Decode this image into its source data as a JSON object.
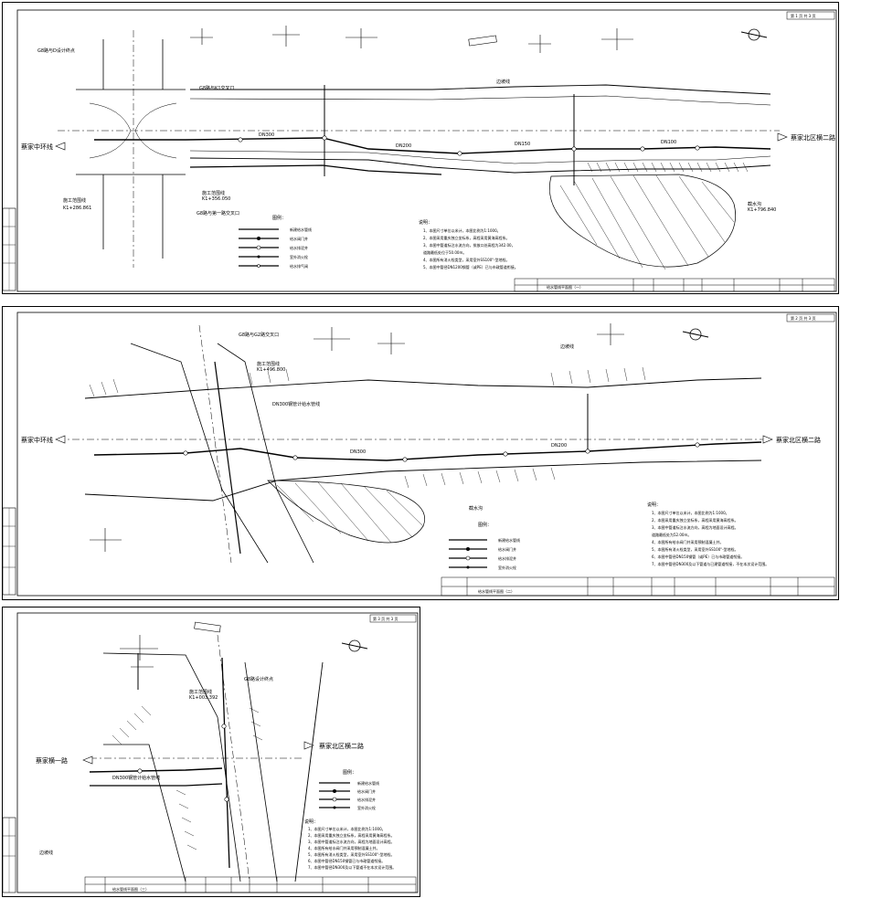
{
  "sheets": [
    {
      "page_label": "第 1 页  共 3 页",
      "title": "给水管线平面图（一）",
      "left_direction": "蔡家中环线",
      "right_direction": "蔡家北区横二路",
      "notes_title": "说明：",
      "notes": [
        "1、本图尺寸单位以米计，本图比例为1:1000。",
        "2、本图采用重庆独立坐标系，高程采用黄海高程系。",
        "3、本图中管道标注水流方向，排放口处高程为342.00，",
        "   道路最低处位于50.00m。",
        "4、本图所有消火栓类型，采用室外SS100\"-型地栓。",
        "5、本图中管径DN1200钢管（或PE）已与市政管道衔接。"
      ],
      "legend_title": "图例：",
      "legend": [
        "新建给水管线",
        "给水阀门井",
        "给水排泥井",
        "室外消火栓",
        "给水排气阀"
      ],
      "labels": [
        "G8路与D设计终点",
        "G8路与K1交叉口",
        "G8路与第一路交叉口",
        "施工范围线",
        "施工范围线",
        "DN300",
        "DN200",
        "DN150",
        "DN100",
        "边坡线",
        "截水沟",
        "K1+796.840",
        "K1+286.861",
        "K1+356.050"
      ]
    },
    {
      "page_label": "第 2 页  共 3 页",
      "title": "给水管线平面图（二）",
      "left_direction": "蔡家中环线",
      "right_direction": "蔡家北区横二路",
      "notes_title": "说明：",
      "notes": [
        "1、本图尺寸单位以米计，本图比例为1:1000。",
        "2、本图采用重庆独立坐标系，高程采用黄海高程系。",
        "3、本图中管道标注水流方向，高程为地面设计高程。",
        "   道路最低处为52.00m。",
        "4、本图所有给水阀门井采用预制混凝土井。",
        "5、本图所有消火栓类型，采用室外SS100\"-型地栓。",
        "6、本图中管径DN150钢管（或PE）已与市政管道衔接。",
        "7、本图中管径DN300及以下管道与已建管道衔接，不在本次设计范围。"
      ],
      "legend_title": "图例：",
      "legend": [
        "新建给水管线",
        "给水阀门井",
        "给水排泥井",
        "室外消火栓"
      ],
      "labels": [
        "G8路与G2路交叉口",
        "施工范围线",
        "DN300钢管计给水管线",
        "DN300",
        "DN200",
        "边坡线",
        "截水沟",
        "K1+496.800"
      ]
    },
    {
      "page_label": "第 3 页  共 3 页",
      "title": "给水管线平面图（三）",
      "left_direction": "蔡家横一路",
      "right_direction": "蔡家北区横二路",
      "notes_title": "说明：",
      "notes": [
        "1、本图尺寸单位以米计，本图比例为1:1000。",
        "2、本图采用重庆独立坐标系，高程采用黄海高程系。",
        "3、本图中管道标注水流方向，高程为地面设计高程。",
        "4、本图所有给水阀门井采用预制混凝土井。",
        "5、本图所有消火栓类型，采用室外SS100\"-型地栓。",
        "6、本图中管径DN150钢管已与市政管道衔接。",
        "7、本图中管径DN300及以下管道不在本次设计范围。"
      ],
      "legend_title": "图例：",
      "legend": [
        "新建给水管线",
        "给水阀门井",
        "给水排泥井",
        "室外消火栓"
      ],
      "labels": [
        "G8路设计终点",
        "施工范围线",
        "DN300钢管计给水管线",
        "边坡线",
        "K1+003.392"
      ]
    }
  ]
}
